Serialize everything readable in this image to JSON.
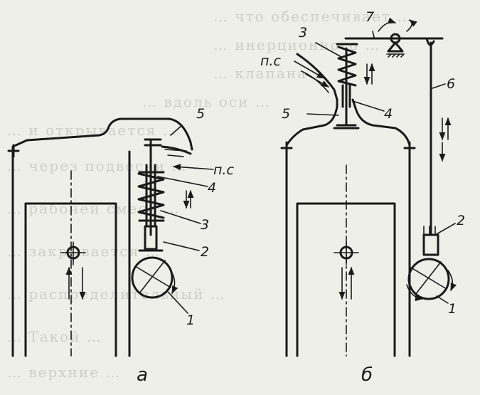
{
  "subfigures": {
    "a": {
      "caption": "а",
      "labels": {
        "cam": "1",
        "pusher": "2",
        "spring": "3",
        "guide": "4",
        "valve": "5",
        "mixture": "п.с"
      }
    },
    "b": {
      "caption": "б",
      "labels": {
        "cam": "1",
        "pusher": "2",
        "spring": "3",
        "guide": "4",
        "valve": "5",
        "rod": "6",
        "rocker": "7",
        "mixture": "п.с"
      }
    }
  }
}
